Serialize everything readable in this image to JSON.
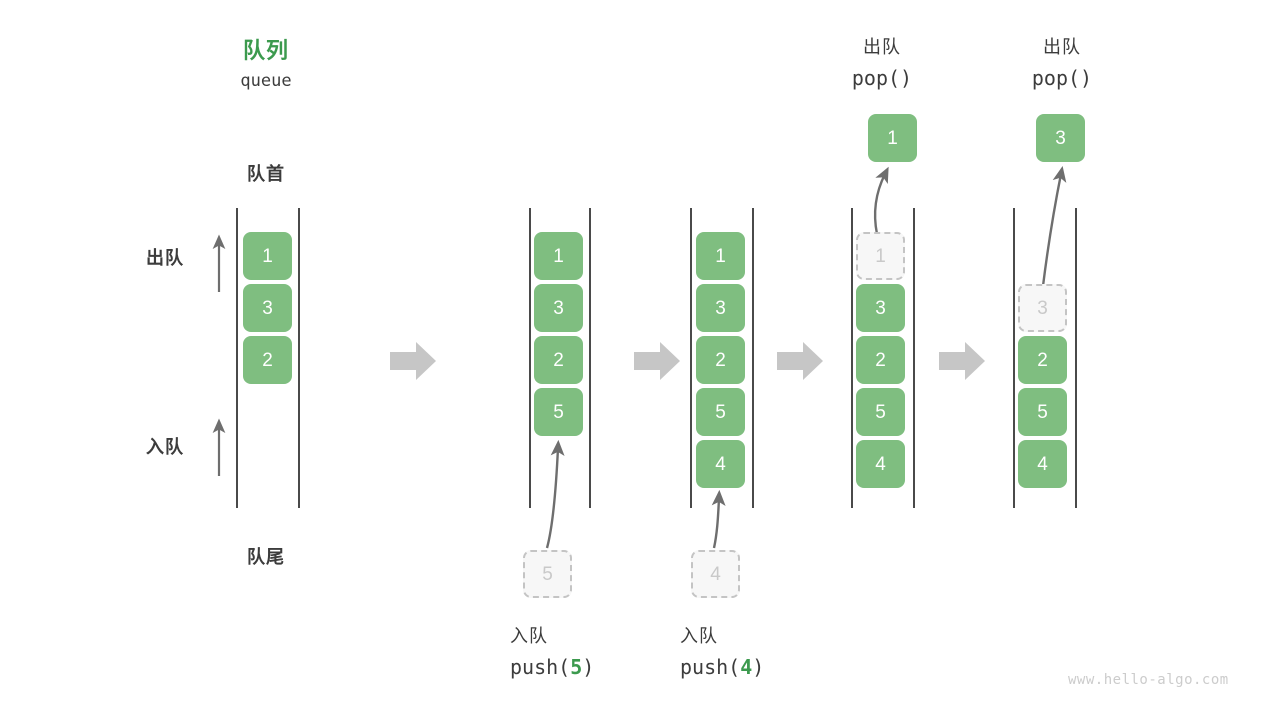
{
  "title": {
    "cn": "队列",
    "en": "queue"
  },
  "side_labels": {
    "front": "队首",
    "rear": "队尾",
    "dequeue": "出队",
    "enqueue": "入队"
  },
  "watermark": "www.hello-algo.com",
  "colors": {
    "node_fill": "#7fbe80",
    "node_text": "#ffffff",
    "ghost_fill": "#f7f7f7",
    "ghost_border": "#c4c4c4",
    "ghost_text": "#c9c9c9",
    "accent_green": "#3c9a4e",
    "rail": "#4a4a4a",
    "arrow_grey": "#6e6e6e",
    "block_arrow": "#c6c6c6",
    "watermark": "#cccccc"
  },
  "panels": [
    {
      "id": "initial",
      "items": [
        "1",
        "3",
        "2"
      ],
      "ghost_index": null,
      "op_cn": "",
      "op_code": "",
      "op_arg": "",
      "popped": null,
      "incoming": null
    },
    {
      "id": "push-5",
      "items": [
        "1",
        "3",
        "2",
        "5"
      ],
      "ghost_index": null,
      "op_cn": "入队",
      "op_code_prefix": "push(",
      "op_arg": "5",
      "op_code_suffix": ")",
      "popped": null,
      "incoming": "5"
    },
    {
      "id": "push-4",
      "items": [
        "1",
        "3",
        "2",
        "5",
        "4"
      ],
      "ghost_index": null,
      "op_cn": "入队",
      "op_code_prefix": "push(",
      "op_arg": "4",
      "op_code_suffix": ")",
      "popped": null,
      "incoming": "4"
    },
    {
      "id": "pop-1",
      "items": [
        "1",
        "3",
        "2",
        "5",
        "4"
      ],
      "ghost_index": 0,
      "op_cn": "出队",
      "op_code_prefix": "pop(",
      "op_arg": "",
      "op_code_suffix": ")",
      "popped": "1",
      "incoming": null
    },
    {
      "id": "pop-3",
      "items": [
        "3",
        "2",
        "5",
        "4"
      ],
      "ghost_index": 0,
      "op_cn": "出队",
      "op_code_prefix": "pop(",
      "op_arg": "",
      "op_code_suffix": ")",
      "popped": "3",
      "incoming": null
    }
  ],
  "panel1": {
    "nodes": [
      "1",
      "3",
      "2"
    ]
  },
  "panel2": {
    "nodes": [
      "1",
      "3",
      "2",
      "5"
    ],
    "incoming": "5",
    "op_cn": "入队",
    "code_pre": "push(",
    "code_arg": "5",
    "code_post": ")"
  },
  "panel3": {
    "nodes": [
      "1",
      "3",
      "2",
      "5",
      "4"
    ],
    "incoming": "4",
    "op_cn": "入队",
    "code_pre": "push(",
    "code_arg": "4",
    "code_post": ")"
  },
  "panel4": {
    "ghost": "1",
    "nodes": [
      "3",
      "2",
      "5",
      "4"
    ],
    "popped": "1",
    "op_cn": "出队",
    "code": "pop()"
  },
  "panel5": {
    "ghost": "3",
    "nodes": [
      "2",
      "5",
      "4"
    ],
    "popped": "3",
    "op_cn": "出队",
    "code": "pop()"
  }
}
